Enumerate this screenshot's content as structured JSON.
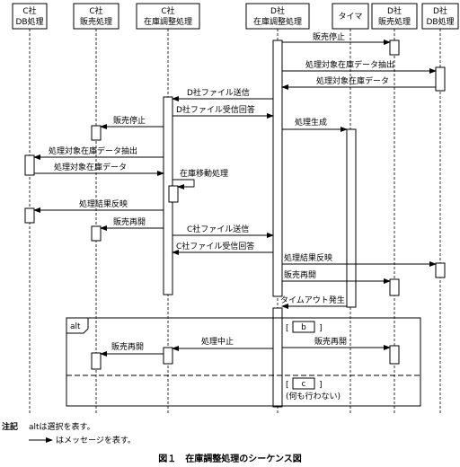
{
  "participants": [
    {
      "id": "c_db",
      "line1": "C社",
      "line2": "DB処理"
    },
    {
      "id": "c_sales",
      "line1": "C社",
      "line2": "販売処理"
    },
    {
      "id": "c_inv",
      "line1": "C社",
      "line2": "在庫調整処理"
    },
    {
      "id": "d_inv",
      "line1": "D社",
      "line2": "在庫調整処理"
    },
    {
      "id": "timer",
      "line1": "タイマ",
      "line2": ""
    },
    {
      "id": "d_sales",
      "line1": "D社",
      "line2": "販売処理"
    },
    {
      "id": "d_db",
      "line1": "D社",
      "line2": "DB処理"
    }
  ],
  "messages": [
    {
      "id": "m1",
      "label": "販売停止"
    },
    {
      "id": "m2",
      "label": "処理対象在庫データ抽出"
    },
    {
      "id": "m3",
      "label": "処理対象在庫データ"
    },
    {
      "id": "m4",
      "label": "D社ファイル送信"
    },
    {
      "id": "m5",
      "label": "D社ファイル受信回答"
    },
    {
      "id": "m6",
      "label": "処理生成"
    },
    {
      "id": "m7",
      "label": "販売停止"
    },
    {
      "id": "m8",
      "label": "処理対象在庫データ抽出"
    },
    {
      "id": "m9",
      "label": "処理対象在庫データ"
    },
    {
      "id": "m10",
      "label": "在庫移動処理"
    },
    {
      "id": "m11",
      "label": "処理結果反映"
    },
    {
      "id": "m12",
      "label": "販売再開"
    },
    {
      "id": "m13",
      "label": "C社ファイル送信"
    },
    {
      "id": "m14",
      "label": "C社ファイル受信回答"
    },
    {
      "id": "m15",
      "label": "処理結果反映"
    },
    {
      "id": "m16",
      "label": "販売再開"
    },
    {
      "id": "m17",
      "label": "タイムアウト発生"
    },
    {
      "id": "m18",
      "label": "処理中止"
    },
    {
      "id": "m19",
      "label": "販売再開"
    },
    {
      "id": "m20",
      "label": "販売再開"
    }
  ],
  "fragment": {
    "label": "alt",
    "blank1": "b",
    "blank2": "c",
    "do_nothing": "(何も行わない)"
  },
  "notes": {
    "title": "注記",
    "line1": "altは選択を表す。",
    "line2": "はメッセージを表す。"
  },
  "caption": "図１　在庫調整処理のシーケンス図"
}
